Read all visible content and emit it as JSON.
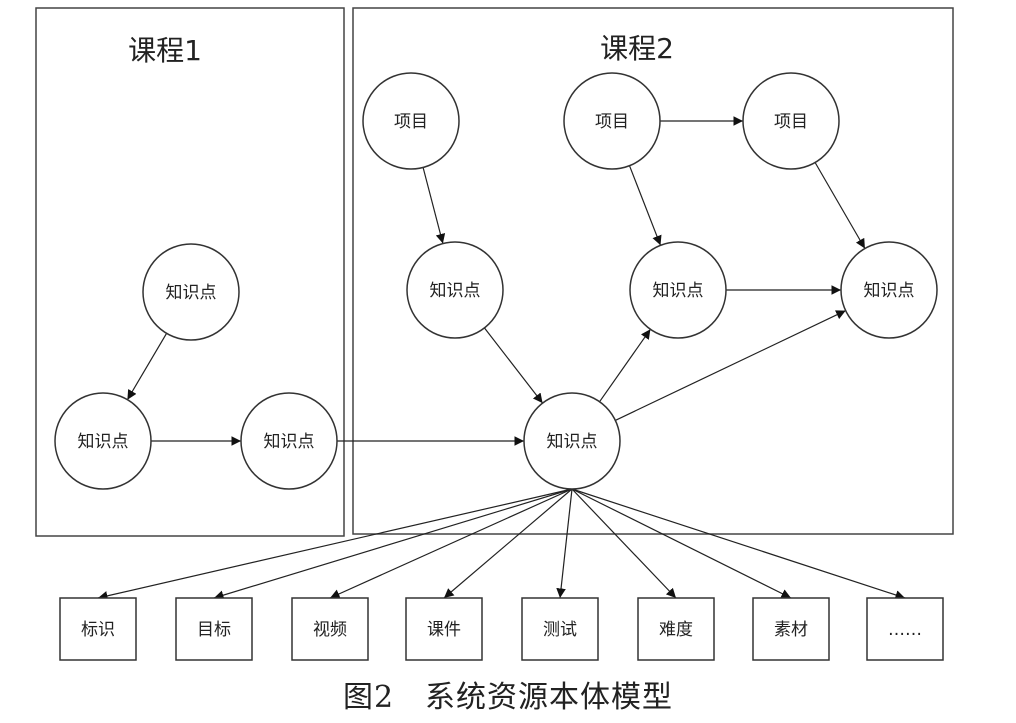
{
  "courses": [
    {
      "id": "course1",
      "label": "课程1"
    },
    {
      "id": "course2",
      "label": "课程2"
    }
  ],
  "nodes": [
    {
      "id": "c1_top",
      "label": "知识点"
    },
    {
      "id": "c1_left",
      "label": "知识点"
    },
    {
      "id": "c1_right",
      "label": "知识点"
    },
    {
      "id": "c2_proj1",
      "label": "项目"
    },
    {
      "id": "c2_proj2",
      "label": "项目"
    },
    {
      "id": "c2_proj3",
      "label": "项目"
    },
    {
      "id": "c2_kp1",
      "label": "知识点"
    },
    {
      "id": "c2_kp2",
      "label": "知识点"
    },
    {
      "id": "c2_kp3",
      "label": "知识点"
    },
    {
      "id": "c2_center",
      "label": "知识点"
    }
  ],
  "resources": [
    {
      "id": "res_id",
      "label": "标识"
    },
    {
      "id": "res_goal",
      "label": "目标"
    },
    {
      "id": "res_video",
      "label": "视频"
    },
    {
      "id": "res_slides",
      "label": "课件"
    },
    {
      "id": "res_test",
      "label": "测试"
    },
    {
      "id": "res_difficulty",
      "label": "难度"
    },
    {
      "id": "res_material",
      "label": "素材"
    },
    {
      "id": "res_more",
      "label": "……"
    }
  ],
  "edges": [
    {
      "from": "c1_top",
      "to": "c1_left"
    },
    {
      "from": "c1_left",
      "to": "c1_right"
    },
    {
      "from": "c1_right",
      "to": "c2_center"
    },
    {
      "from": "c2_proj1",
      "to": "c2_kp1"
    },
    {
      "from": "c2_proj2",
      "to": "c2_proj3"
    },
    {
      "from": "c2_proj2",
      "to": "c2_kp2"
    },
    {
      "from": "c2_proj3",
      "to": "c2_kp3"
    },
    {
      "from": "c2_kp2",
      "to": "c2_kp3"
    },
    {
      "from": "c2_kp1",
      "to": "c2_center"
    },
    {
      "from": "c2_center",
      "to": "c2_kp2"
    },
    {
      "from": "c2_center",
      "to": "c2_kp3"
    },
    {
      "from": "c2_center",
      "to": "res_id"
    },
    {
      "from": "c2_center",
      "to": "res_goal"
    },
    {
      "from": "c2_center",
      "to": "res_video"
    },
    {
      "from": "c2_center",
      "to": "res_slides"
    },
    {
      "from": "c2_center",
      "to": "res_test"
    },
    {
      "from": "c2_center",
      "to": "res_difficulty"
    },
    {
      "from": "c2_center",
      "to": "res_material"
    },
    {
      "from": "c2_center",
      "to": "res_more"
    }
  ],
  "caption": "图2　系统资源本体模型"
}
